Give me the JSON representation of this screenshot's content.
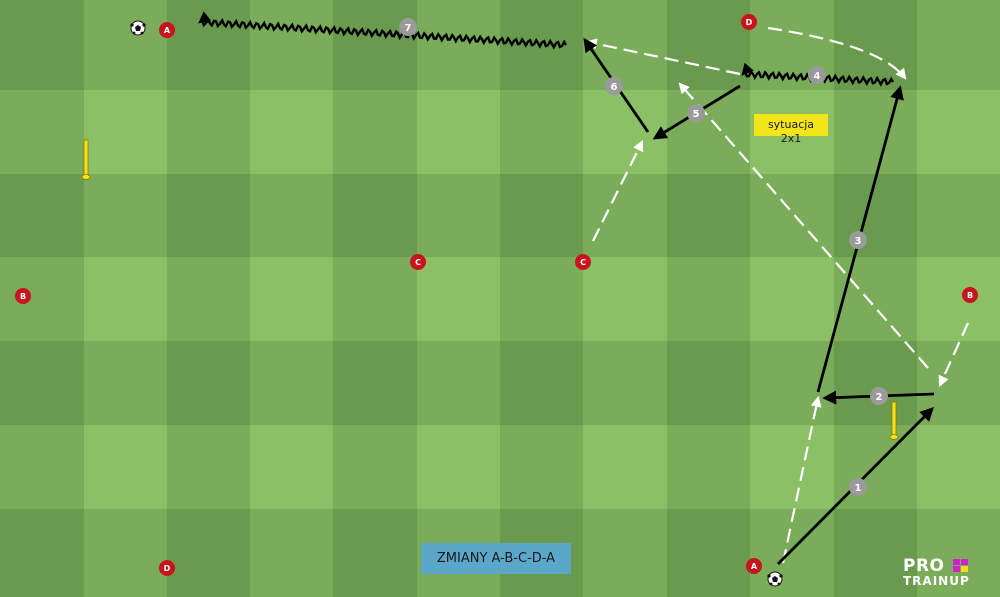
{
  "diagram": {
    "notes": {
      "situation": "sytuacja 2x1",
      "rotation": "ZMIANY A-B-C-D-A"
    },
    "logo": {
      "line1": "PRO",
      "line2": "TRAINUP"
    },
    "players": [
      "A",
      "A",
      "B",
      "B",
      "C",
      "C",
      "D",
      "D"
    ],
    "steps": [
      "1",
      "2",
      "3",
      "4",
      "5",
      "6",
      "7"
    ],
    "colors": {
      "grass_dark": "#6a9a4e",
      "grass_mid": "#7aac5a",
      "grass_light": "#8cc066",
      "player": "#c8141e",
      "step_badge": "#9a9a9a",
      "situation_note_bg": "#f2e51a",
      "rotation_note_bg": "#5ba7c9",
      "cone": "#f5e01a",
      "pass_line": "#ffffff",
      "action_line": "#000000",
      "logo_magenta": "#d21fd2",
      "logo_yellow": "#f0dc1e"
    },
    "icons": [
      "ball-icon",
      "cone-icon"
    ]
  }
}
